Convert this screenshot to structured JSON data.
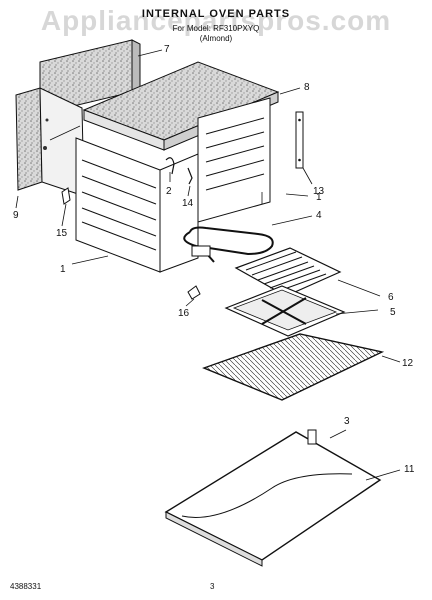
{
  "watermark": "Appliancepartspros.com",
  "title": "INTERNAL OVEN PARTS",
  "subtitle_line1": "For Model: RF310PXYQ",
  "subtitle_line2": "(Almond)",
  "callouts": [
    {
      "id": "c1a",
      "label": "1"
    },
    {
      "id": "c1b",
      "label": "1"
    },
    {
      "id": "c2",
      "label": "2"
    },
    {
      "id": "c3",
      "label": "3"
    },
    {
      "id": "c4",
      "label": "4"
    },
    {
      "id": "c5",
      "label": "5"
    },
    {
      "id": "c6",
      "label": "6"
    },
    {
      "id": "c7",
      "label": "7"
    },
    {
      "id": "c8",
      "label": "8"
    },
    {
      "id": "c9",
      "label": "9"
    },
    {
      "id": "c11",
      "label": "11"
    },
    {
      "id": "c12",
      "label": "12"
    },
    {
      "id": "c13",
      "label": "13"
    },
    {
      "id": "c14",
      "label": "14"
    },
    {
      "id": "c15",
      "label": "15"
    },
    {
      "id": "c16",
      "label": "16"
    }
  ],
  "footer": {
    "doc_number": "4388331",
    "page": "3"
  }
}
